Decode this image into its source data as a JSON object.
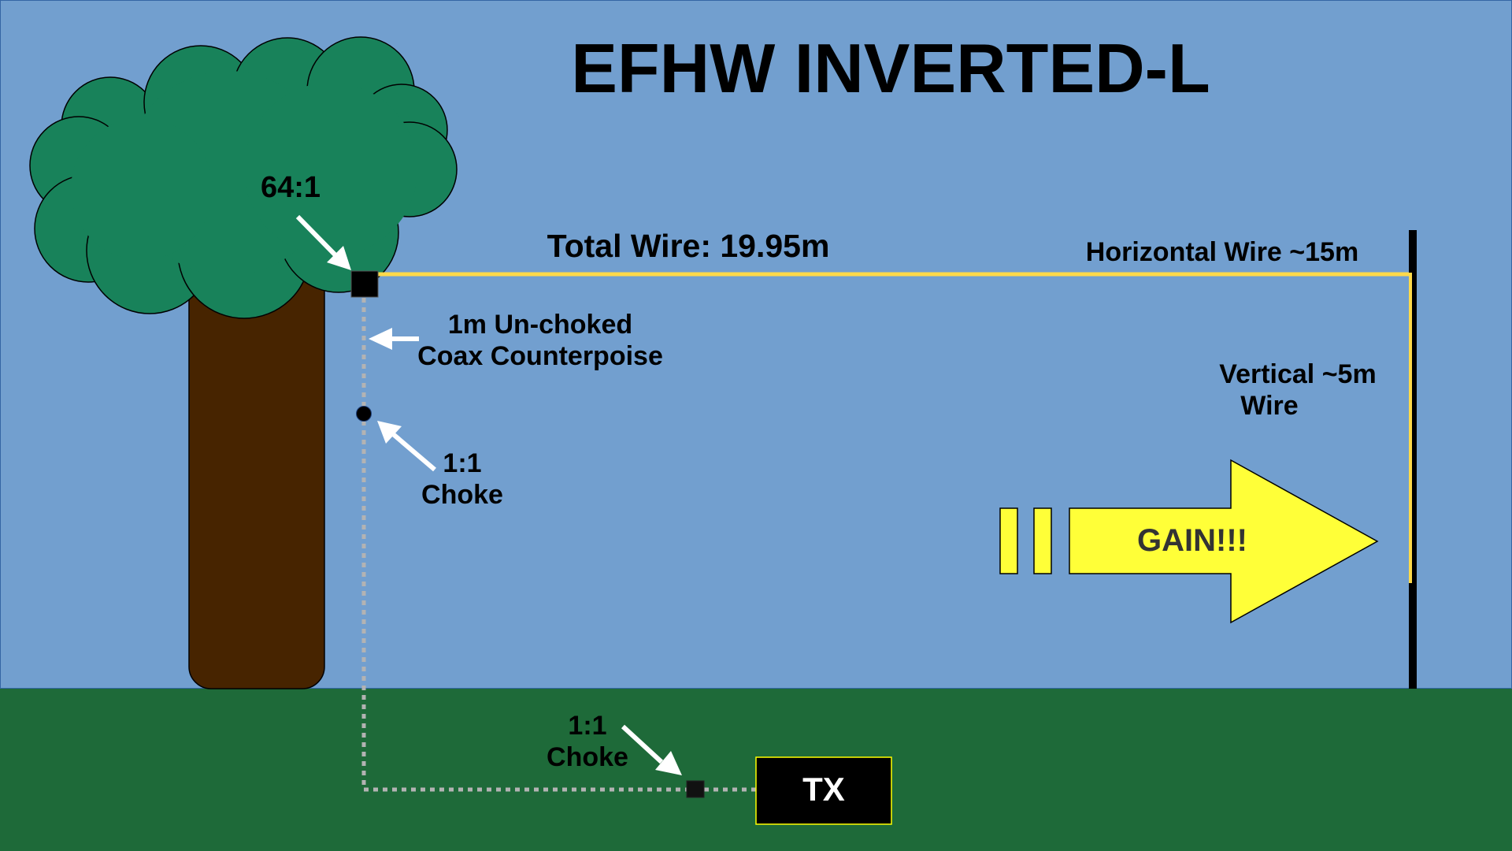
{
  "title": "EFHW INVERTED-L",
  "labels": {
    "transformer": "64:1",
    "total_wire": "Total Wire: 19.95m",
    "horizontal_wire": "Horizontal Wire ~15m",
    "vertical_wire_line1": "Vertical ~5m",
    "vertical_wire_line2": "Wire",
    "counterpoise_line1": "1m Un-choked",
    "counterpoise_line2": "Coax Counterpoise",
    "choke1_line1": "1:1",
    "choke1_line2": "Choke",
    "choke2_line1": "1:1",
    "choke2_line2": "Choke",
    "gain": "GAIN!!!",
    "tx": "TX"
  },
  "colors": {
    "sky": "#729fcf",
    "ground": "#1e6a39",
    "foliage": "#18825a",
    "trunk": "#472400",
    "wire": "#ffd94a",
    "coax": "#b3b3b3",
    "gain_arrow": "#ffff38",
    "gain_text": "#333333",
    "tx_box": "#000000",
    "tx_border": "#ffff00"
  }
}
